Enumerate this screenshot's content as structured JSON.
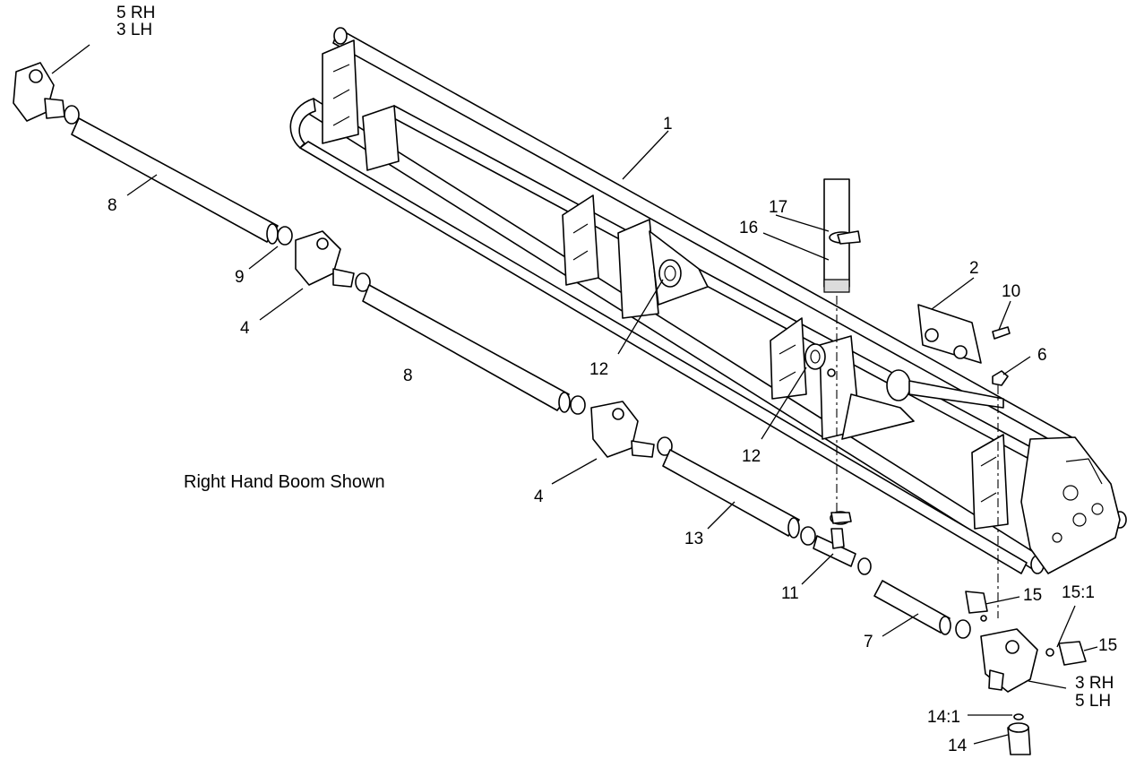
{
  "caption": "Right Hand Boom Shown",
  "callouts": {
    "c5rh_top": "5 RH",
    "c3lh_top": "3 LH",
    "c1": "1",
    "c8_upper": "8",
    "c9": "9",
    "c4_upper": "4",
    "c8_lower": "8",
    "c17": "17",
    "c16": "16",
    "c2": "2",
    "c10": "10",
    "c12_upper": "12",
    "c12_lower": "12",
    "c6": "6",
    "c4_lower": "4",
    "c13": "13",
    "c11": "11",
    "c15_upper": "15",
    "c15_1": "15:1",
    "c15_right": "15",
    "c7": "7",
    "c3rh_bottom": "3 RH",
    "c5lh_bottom": "5 LH",
    "c14_1": "14:1",
    "c14": "14"
  }
}
